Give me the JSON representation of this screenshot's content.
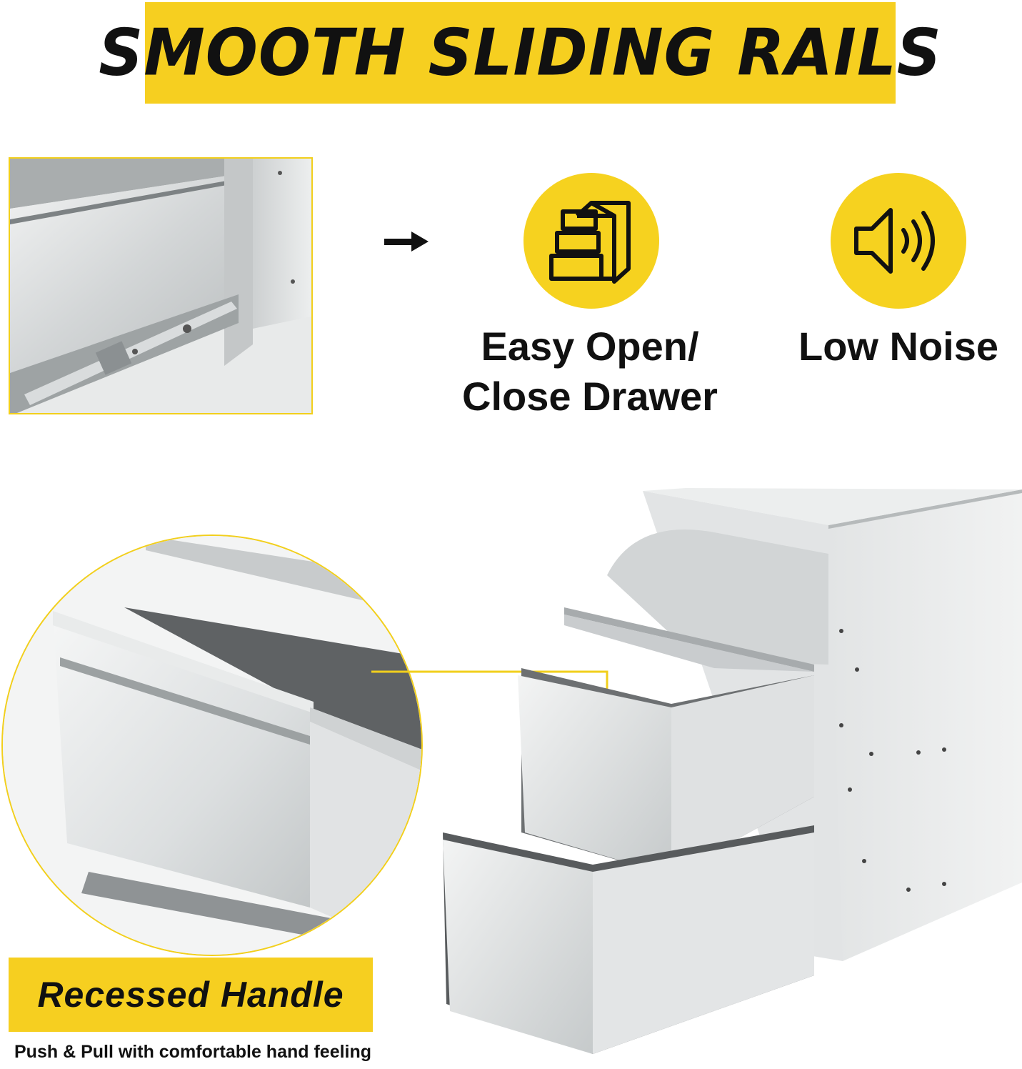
{
  "banner": {
    "title": "SMOOTH SLIDING RAILS"
  },
  "features": [
    {
      "icon": "drawer-cabinet-icon",
      "label_line1": "Easy Open/",
      "label_line2": "Close Drawer"
    },
    {
      "icon": "speaker-sound-icon",
      "label_line1": "Low Noise"
    }
  ],
  "handle": {
    "title": "Recessed Handle",
    "caption": "Push & Pull with comfortable hand feeling"
  },
  "colors": {
    "accent_yellow": "#f6cf20",
    "text": "#111111",
    "steel": "#d9dcdd"
  }
}
